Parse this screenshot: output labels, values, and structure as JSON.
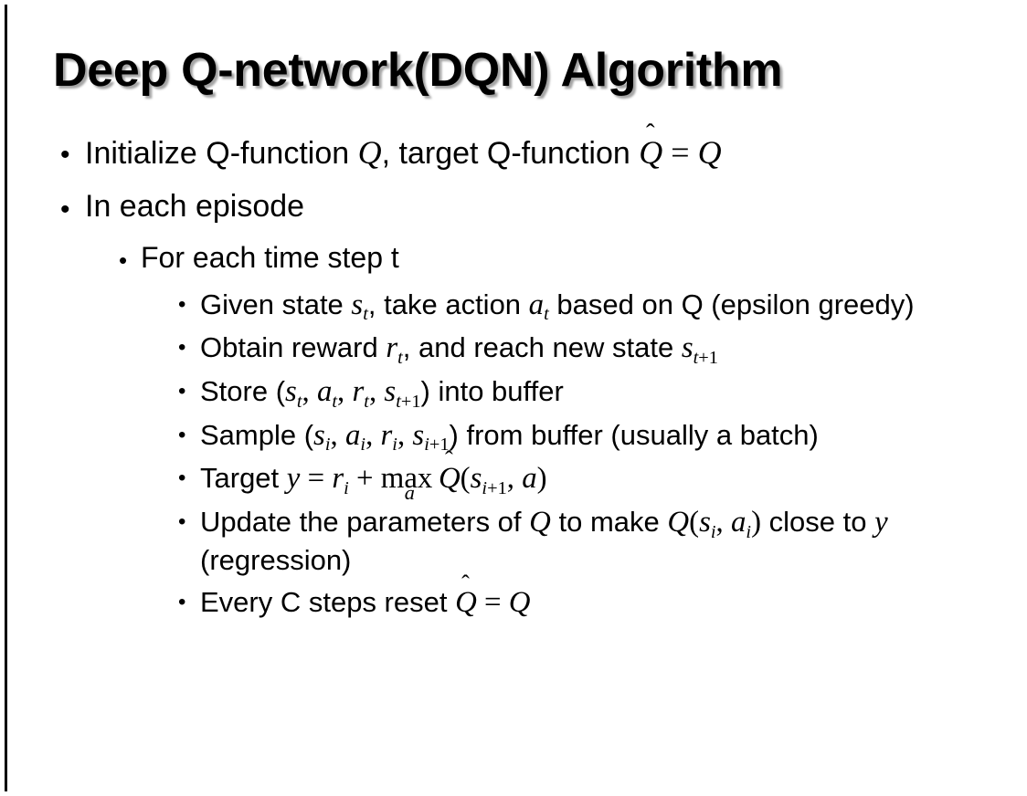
{
  "slide": {
    "title": "Deep Q-network(DQN) Algorithm",
    "bullet_glyph": "•",
    "background_color": "#ffffff",
    "text_color": "#000000",
    "rule_color": "#000000"
  },
  "content": [
    {
      "level": 1,
      "id": "initialize-q-function",
      "text_plain": "Initialize Q-function Q, target Q-function Q̂ = Q",
      "segments": [
        {
          "kind": "text",
          "value": "Initialize Q-function "
        },
        {
          "kind": "math-italic",
          "value": "Q"
        },
        {
          "kind": "text",
          "value": ", target Q-function "
        },
        {
          "kind": "math-hat",
          "value": "Q"
        },
        {
          "kind": "math-upright",
          "value": " = "
        },
        {
          "kind": "math-italic",
          "value": "Q"
        }
      ]
    },
    {
      "level": 1,
      "id": "in-each-episode",
      "text_plain": "In each episode",
      "segments": [
        {
          "kind": "text",
          "value": "In each episode"
        }
      ]
    },
    {
      "level": 2,
      "id": "for-each-time-step",
      "text_plain": "For each time step t",
      "segments": [
        {
          "kind": "text",
          "value": "For each time step t"
        }
      ]
    },
    {
      "level": 3,
      "id": "given-state-take-action",
      "text_plain": "Given state s_t, take action a_t based on Q (epsilon greedy)",
      "segments": [
        {
          "kind": "text",
          "value": "Given state "
        },
        {
          "kind": "math-sub",
          "base": "s",
          "sub": "t"
        },
        {
          "kind": "text",
          "value": ", take action "
        },
        {
          "kind": "math-sub",
          "base": "a",
          "sub": "t"
        },
        {
          "kind": "text",
          "value": " based on Q (epsilon greedy)"
        }
      ]
    },
    {
      "level": 3,
      "id": "obtain-reward-reach-new-state",
      "text_plain": "Obtain reward r_t, and reach new state s_{t+1}",
      "segments": [
        {
          "kind": "text",
          "value": "Obtain reward "
        },
        {
          "kind": "math-sub",
          "base": "r",
          "sub": "t"
        },
        {
          "kind": "text",
          "value": ", and reach new state "
        },
        {
          "kind": "math-sub",
          "base": "s",
          "sub": "t+1"
        }
      ]
    },
    {
      "level": 3,
      "id": "store-into-buffer",
      "text_plain": "Store (s_t, a_t, r_t, s_{t+1}) into buffer",
      "segments": [
        {
          "kind": "text",
          "value": "Store ("
        },
        {
          "kind": "math-sub",
          "base": "s",
          "sub": "t"
        },
        {
          "kind": "math-upright",
          "value": ", "
        },
        {
          "kind": "math-sub",
          "base": "a",
          "sub": "t"
        },
        {
          "kind": "math-upright",
          "value": ", "
        },
        {
          "kind": "math-sub",
          "base": "r",
          "sub": "t"
        },
        {
          "kind": "math-upright",
          "value": ", "
        },
        {
          "kind": "math-sub",
          "base": "s",
          "sub": "t+1"
        },
        {
          "kind": "text",
          "value": ") into buffer"
        }
      ]
    },
    {
      "level": 3,
      "id": "sample-from-buffer",
      "text_plain": "Sample (s_i, a_i, r_i, s_{i+1}) from buffer (usually a batch)",
      "segments": [
        {
          "kind": "text",
          "value": "Sample ("
        },
        {
          "kind": "math-sub",
          "base": "s",
          "sub": "i"
        },
        {
          "kind": "math-upright",
          "value": ", "
        },
        {
          "kind": "math-sub",
          "base": "a",
          "sub": "i"
        },
        {
          "kind": "math-upright",
          "value": ", "
        },
        {
          "kind": "math-sub",
          "base": "r",
          "sub": "i"
        },
        {
          "kind": "math-upright",
          "value": ", "
        },
        {
          "kind": "math-sub",
          "base": "s",
          "sub": "i+1"
        },
        {
          "kind": "text",
          "value": ") from buffer (usually a batch)"
        }
      ]
    },
    {
      "level": 3,
      "id": "target-y-equation",
      "text_plain": "Target y = r_i + max_a Q̂(s_{i+1}, a)",
      "segments": [
        {
          "kind": "text",
          "value": "Target "
        },
        {
          "kind": "math-italic",
          "value": "y"
        },
        {
          "kind": "math-upright",
          "value": " = "
        },
        {
          "kind": "math-sub",
          "base": "r",
          "sub": "i"
        },
        {
          "kind": "math-upright",
          "value": " + "
        },
        {
          "kind": "math-maxop",
          "op": "max",
          "limit": "a"
        },
        {
          "kind": "math-hat",
          "value": "Q"
        },
        {
          "kind": "math-upright",
          "value": "("
        },
        {
          "kind": "math-sub",
          "base": "s",
          "sub": "i+1"
        },
        {
          "kind": "math-upright",
          "value": ", "
        },
        {
          "kind": "math-italic",
          "value": "a"
        },
        {
          "kind": "math-upright",
          "value": ")"
        }
      ]
    },
    {
      "level": 3,
      "id": "update-parameters-regression",
      "text_plain": "Update the parameters of Q to make Q(s_i, a_i) close to y (regression)",
      "segments": [
        {
          "kind": "text",
          "value": "Update the parameters of "
        },
        {
          "kind": "math-italic",
          "value": "Q"
        },
        {
          "kind": "text",
          "value": " to make "
        },
        {
          "kind": "math-italic",
          "value": "Q"
        },
        {
          "kind": "math-upright",
          "value": "("
        },
        {
          "kind": "math-sub",
          "base": "s",
          "sub": "i"
        },
        {
          "kind": "math-upright",
          "value": ", "
        },
        {
          "kind": "math-sub",
          "base": "a",
          "sub": "i"
        },
        {
          "kind": "math-upright",
          "value": ")"
        },
        {
          "kind": "text",
          "value": " close to "
        },
        {
          "kind": "math-italic",
          "value": "y"
        },
        {
          "kind": "text",
          "value": " (regression)"
        }
      ]
    },
    {
      "level": 3,
      "id": "every-c-steps-reset",
      "text_plain": "Every C steps reset Q̂ = Q",
      "segments": [
        {
          "kind": "text",
          "value": "Every C steps reset "
        },
        {
          "kind": "math-hat",
          "value": "Q"
        },
        {
          "kind": "math-upright",
          "value": " = "
        },
        {
          "kind": "math-italic",
          "value": "Q"
        }
      ]
    }
  ]
}
